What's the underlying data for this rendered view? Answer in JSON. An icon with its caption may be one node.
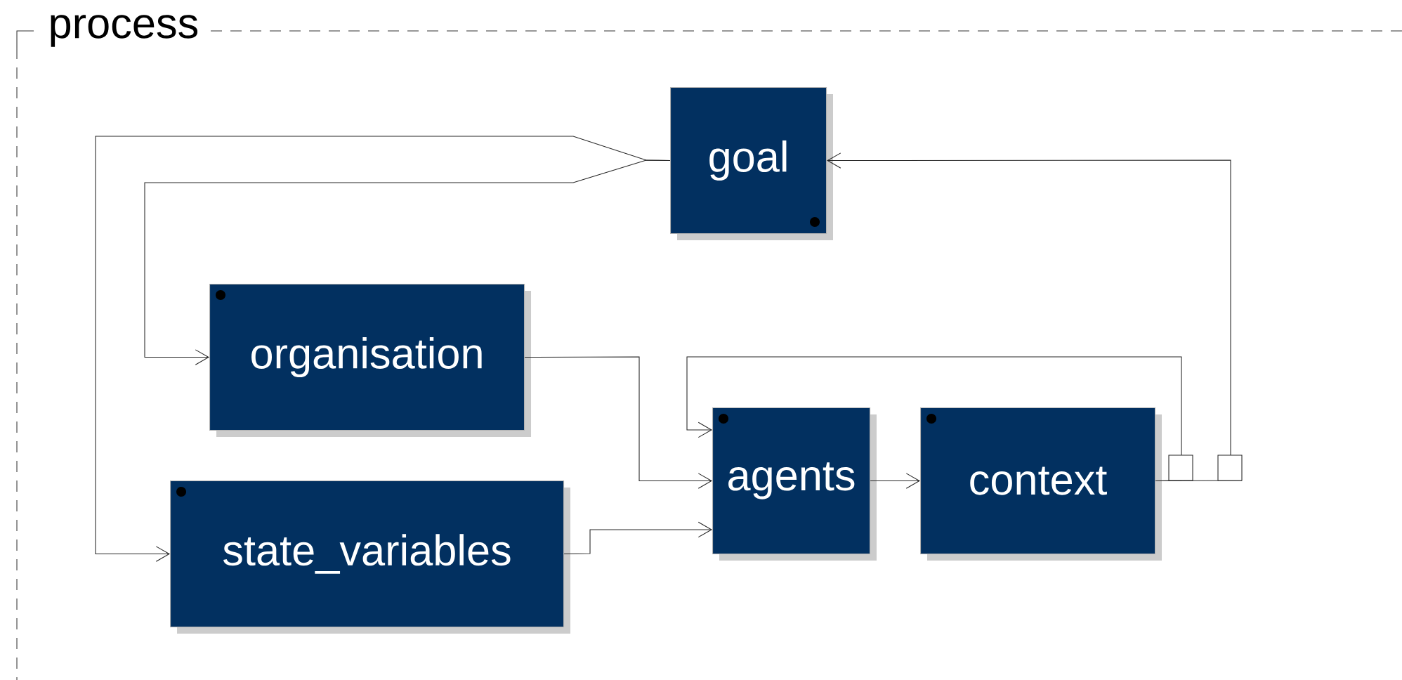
{
  "diagram": {
    "nodes": [
      {
        "text": [
          "process"
        ]
      },
      {
        "text": [
          "goal"
        ],
        "in": 0
      },
      {
        "text": [
          "organisation"
        ],
        "in": 0
      },
      {
        "text": [
          "state_variables"
        ],
        "in": 0
      },
      {
        "text": [
          "agents"
        ],
        "in": 0
      },
      {
        "text": [
          "context"
        ],
        "in": 0
      }
    ],
    "edges": [
      {
        "from": 1,
        "to": 2,
        "arrow": "to"
      },
      {
        "from": 1,
        "to": 3,
        "arrow": "to"
      },
      {
        "from": 2,
        "to": 4,
        "arrow": "to"
      },
      {
        "from": 3,
        "to": 4,
        "arrow": "to"
      },
      {
        "from": 4,
        "to": 5,
        "arrow": "to"
      },
      {
        "from": 5,
        "to": 4,
        "arrow": "to"
      },
      {
        "from": 5,
        "to": 1,
        "arrow": "to"
      }
    ]
  }
}
